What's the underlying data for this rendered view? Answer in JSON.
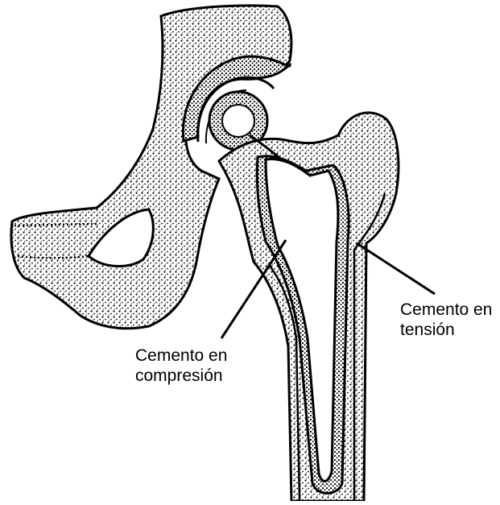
{
  "labels": {
    "compression_line1": "Cemento en",
    "compression_line2": "compresión",
    "tension_line1": "Cemento en",
    "tension_line2": "tensión"
  },
  "colors": {
    "ink": "#000000",
    "paper": "#ffffff"
  }
}
